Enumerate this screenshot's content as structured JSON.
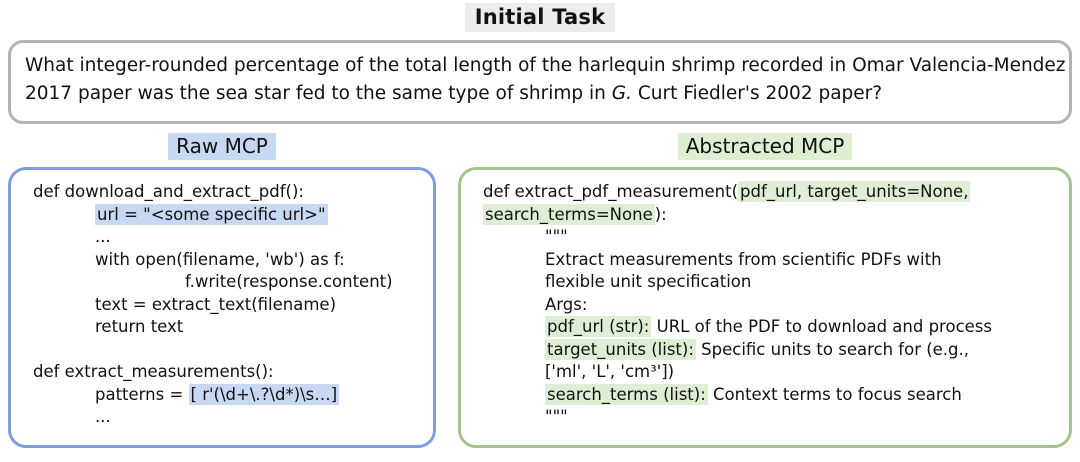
{
  "header": {
    "title": "Initial Task",
    "highlight_color": "#ececec"
  },
  "task": {
    "border_color": "#b3b3b3",
    "line1": "What integer-rounded percentage of the total length of the harlequin shrimp recorded in Omar Valencia-Mendez",
    "line2_before": "2017 paper was the sea star fed to the same type of shrimp in ",
    "line2_italic": "G.",
    "line2_after": " Curt Fiedler's 2002 paper?"
  },
  "raw_mcp": {
    "label": "Raw MCP",
    "border_color": "#7e9ee0",
    "highlight_color": "#c8d8f2",
    "lines": [
      {
        "ind": 0,
        "segs": [
          {
            "t": "def download_and_extract_pdf():"
          }
        ]
      },
      {
        "ind": 1,
        "segs": [
          {
            "t": "url = \"<some specific url>\"",
            "h": true
          }
        ]
      },
      {
        "ind": 1,
        "segs": [
          {
            "t": "..."
          }
        ]
      },
      {
        "ind": 1,
        "segs": [
          {
            "t": "with open(filename, 'wb') as f:"
          }
        ]
      },
      {
        "ind": 2,
        "segs": [
          {
            "t": "f.write(response.content)"
          }
        ]
      },
      {
        "ind": 1,
        "segs": [
          {
            "t": "text = extract_text(filename)"
          }
        ]
      },
      {
        "ind": 1,
        "segs": [
          {
            "t": "return text"
          }
        ]
      },
      {
        "blank": true
      },
      {
        "ind": 0,
        "segs": [
          {
            "t": "def extract_measurements():"
          }
        ]
      },
      {
        "ind": 1,
        "segs": [
          {
            "t": "patterns = "
          },
          {
            "t": "[ r'(\\d+\\.?\\d*)\\s…]",
            "h": true
          }
        ]
      },
      {
        "ind": 1,
        "segs": [
          {
            "t": "..."
          }
        ]
      }
    ]
  },
  "abstracted_mcp": {
    "label": "Abstracted MCP",
    "border_color": "#a3c58a",
    "highlight_color": "#deeed4",
    "lines": [
      {
        "ind": 0,
        "segs": [
          {
            "t": "def extract_pdf_measurement("
          },
          {
            "t": "pdf_url, target_units=None,",
            "h": true
          }
        ]
      },
      {
        "ind": 0,
        "segs": [
          {
            "t": "search_terms=None",
            "h": true
          },
          {
            "t": "):"
          }
        ]
      },
      {
        "ind": 1,
        "segs": [
          {
            "t": "\"\"\""
          }
        ]
      },
      {
        "ind": 1,
        "segs": [
          {
            "t": "Extract measurements from scientific PDFs with"
          }
        ]
      },
      {
        "ind": 1,
        "segs": [
          {
            "t": "flexible unit specification"
          }
        ]
      },
      {
        "ind": 1,
        "segs": [
          {
            "t": "Args:"
          }
        ]
      },
      {
        "ind": 1,
        "segs": [
          {
            "t": "pdf_url (str):",
            "h": true
          },
          {
            "t": " URL of the PDF to download and process"
          }
        ]
      },
      {
        "ind": 1,
        "segs": [
          {
            "t": "target_units (list):",
            "h": true
          },
          {
            "t": " Specific units to search for (e.g.,"
          }
        ]
      },
      {
        "ind": 1,
        "segs": [
          {
            "t": "['ml', 'L', 'cm³'])"
          }
        ]
      },
      {
        "ind": 1,
        "segs": [
          {
            "t": "search_terms (list):",
            "h": true
          },
          {
            "t": " Context terms to focus search"
          }
        ]
      },
      {
        "ind": 1,
        "segs": [
          {
            "t": "\"\"\""
          }
        ]
      }
    ]
  }
}
